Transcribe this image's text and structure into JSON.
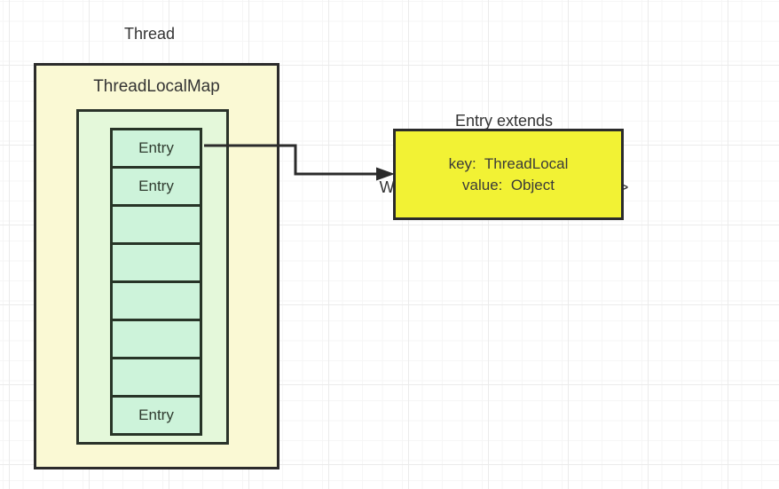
{
  "labels": {
    "thread": "Thread",
    "threadlocalmap": "ThreadLocalMap"
  },
  "note": {
    "line1": "Entry extends",
    "line2": "WeakReference<ThreadLocal<?>>"
  },
  "detail": {
    "line1": "key:  ThreadLocal",
    "line2": "value:  Object"
  },
  "entries": [
    {
      "label": "Entry"
    },
    {
      "label": "Entry"
    },
    {
      "label": ""
    },
    {
      "label": ""
    },
    {
      "label": ""
    },
    {
      "label": ""
    },
    {
      "label": ""
    },
    {
      "label": "Entry"
    }
  ],
  "colors": {
    "thread_box_fill": "#faf9d4",
    "map_box_fill": "#e4f8da",
    "entry_cell_fill": "#cdf3da",
    "detail_box_fill": "#f2f234",
    "border": "#2b2b2b",
    "arrow": "#2b2b2b",
    "text": "#333333",
    "grid_major": "#ebebeb",
    "grid_minor": "#f6f6f6"
  }
}
